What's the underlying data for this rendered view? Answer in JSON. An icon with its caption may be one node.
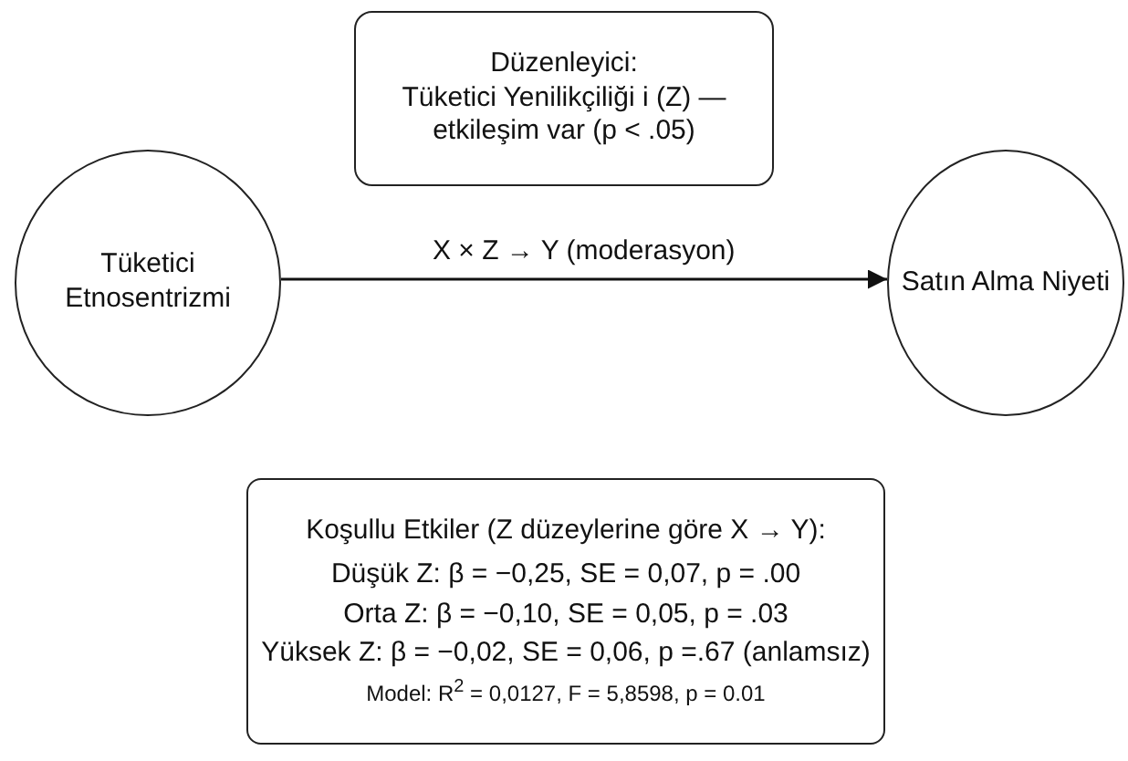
{
  "diagram": {
    "nodes": [
      {
        "text": [
          "Düzenleyici:",
          "Tüketici Yenilikçiliği i (Z) — etkileşim var (p < .05)"
        ]
      },
      {
        "text": [
          "Tüketici Etnosentrizmi"
        ]
      },
      {
        "text": [
          "Satın Alma Niyeti"
        ]
      },
      {
        "text": [
          "Koşullu Etkiler (Z düzeylerine göre X → Y):",
          "Düşük Z: β = −0,25, SE = 0,07, p = .00",
          "Orta Z: β = −0,10, SE = 0,05, p = .03",
          "Yüksek Z: β = −0,02, SE = 0,06, p =.67 (anlamsız)",
          "Model: R$^{2}$ = 0,0127, F = 5,8598, p = 0.01"
        ]
      }
    ],
    "edges": [
      {
        "from": 1,
        "to": 2,
        "arrow": "to",
        "label": "X × Z → Y (moderasyon)"
      }
    ]
  }
}
